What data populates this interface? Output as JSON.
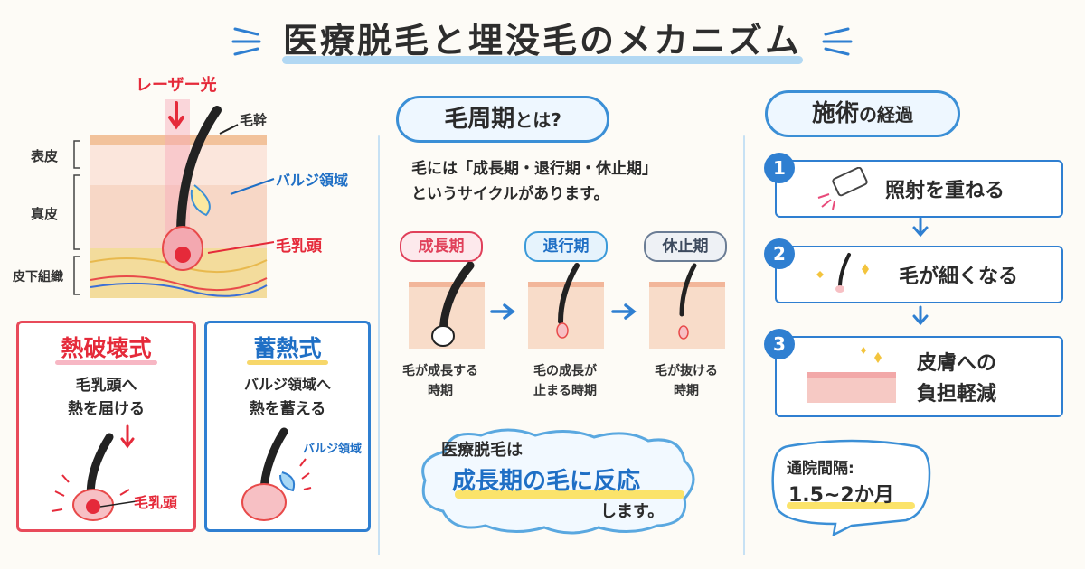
{
  "title": "医療脱毛と埋没毛のメカニズム",
  "anatomy": {
    "laser": "レーザー光",
    "shaft": "毛幹",
    "bulge": "バルジ領域",
    "papilla": "毛乳頭",
    "epidermis": "表皮",
    "dermis": "真皮",
    "subcutis": "皮下組織"
  },
  "methods": {
    "thermal": {
      "title": "熱破壊式",
      "line1": "毛乳頭へ",
      "line2": "熱を届ける",
      "label": "毛乳頭"
    },
    "storage": {
      "title": "蓄熱式",
      "line1": "バルジ領域へ",
      "line2": "熱を蓄える",
      "label": "バルジ領域"
    }
  },
  "cycle": {
    "heading_main": "毛周期",
    "heading_sub": "とは?",
    "desc1": "毛には「成長期・退行期・休止期」",
    "desc2": "というサイクルがあります。",
    "phases": [
      {
        "name": "成長期",
        "cap1": "毛が成長する",
        "cap2": "時期",
        "color": "#e0405a"
      },
      {
        "name": "退行期",
        "cap1": "毛の成長が",
        "cap2": "止まる時期",
        "color": "#3b9ad9"
      },
      {
        "name": "休止期",
        "cap1": "毛が抜ける",
        "cap2": "時期",
        "color": "#6b7d95"
      }
    ],
    "bubble1": "医療脱毛は",
    "bubble2": "成長期の毛に反応",
    "bubble3": "します。"
  },
  "progress": {
    "heading_main": "施術",
    "heading_sub": "の経過",
    "steps": [
      {
        "num": "1",
        "text": "照射を重ねる"
      },
      {
        "num": "2",
        "text": "毛が細くなる"
      },
      {
        "num": "3",
        "text1": "皮膚への",
        "text2": "負担軽減"
      }
    ],
    "interval_label": "通院間隔:",
    "interval_value": "1.5~2か月"
  },
  "colors": {
    "accent_blue": "#2f7fd1",
    "accent_red": "#e52a3a",
    "skin": "#f6dcc8"
  }
}
